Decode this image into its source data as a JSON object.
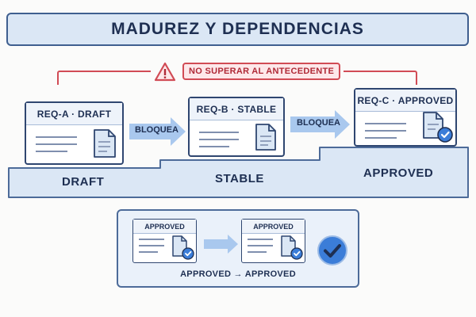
{
  "title": "MADUREZ Y DEPENDENCIAS",
  "warning": {
    "label": "NO SUPERAR AL ANTECEDENTE"
  },
  "stages": [
    "DRAFT",
    "STABLE",
    "APPROVED"
  ],
  "cards": [
    {
      "id": "REQ-A",
      "state": "DRAFT",
      "header": "REQ-A · DRAFT"
    },
    {
      "id": "REQ-B",
      "state": "STABLE",
      "header": "REQ-B · STABLE"
    },
    {
      "id": "REQ-C",
      "state": "APPROVED",
      "header": "REQ-C · APPROVED"
    }
  ],
  "arrows": [
    {
      "label": "BLOQUEA"
    },
    {
      "label": "BLOQUEA"
    }
  ],
  "example": {
    "left_card": "APPROVED",
    "right_card": "APPROVED",
    "caption": "APPROVED → APPROVED"
  },
  "colors": {
    "accent": "#3f5f8f",
    "warning": "#d14b55",
    "approved_check": "#3b7dd8",
    "arrow": "#a9c8ee"
  }
}
